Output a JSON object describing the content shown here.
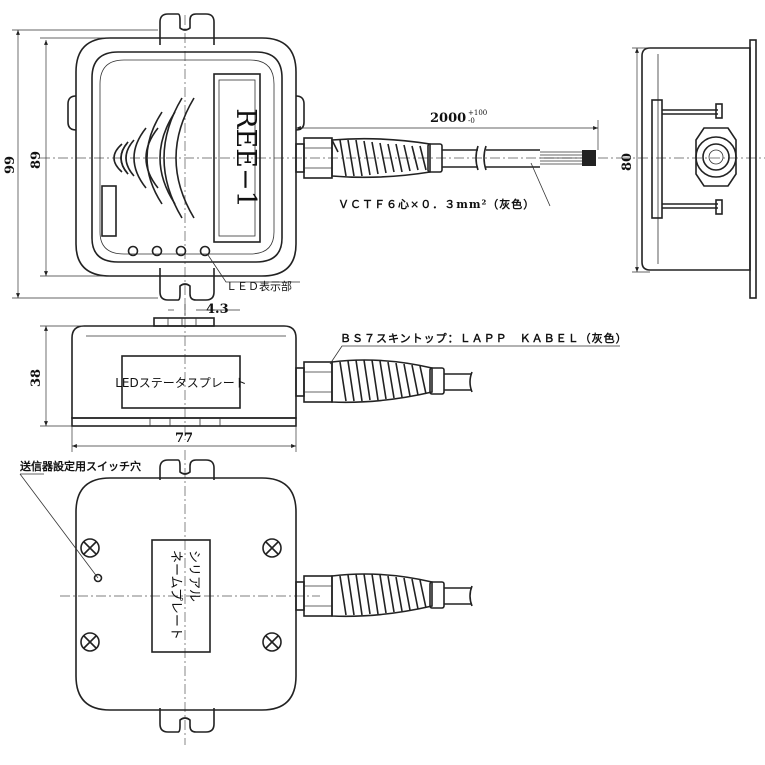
{
  "top_view": {
    "dim_99": "99",
    "dim_89": "89",
    "brand_text": "REE−1",
    "led_label": "ＬＥＤ表示部",
    "cable_length": "2000",
    "cable_tol_plus": "+100",
    "cable_tol_minus": "-0",
    "cable_spec": "ＶＣＴＦ６心×０．３mm²（灰色）"
  },
  "side_view": {
    "dim_4_3": "4.3",
    "dim_38": "38",
    "dim_77": "77",
    "status_plate": "LEDステータスプレート",
    "gland_spec": "ＢＳ７スキントップ：ＬＡＰＰ　ＫＡＢＥＬ（灰色）"
  },
  "right_view": {
    "dim_80": "80"
  },
  "bottom_view": {
    "switch_hole_label": "送信器設定用スイッチ穴",
    "serial_plate_1": "シリアル",
    "serial_plate_2": "ネームプレート"
  }
}
